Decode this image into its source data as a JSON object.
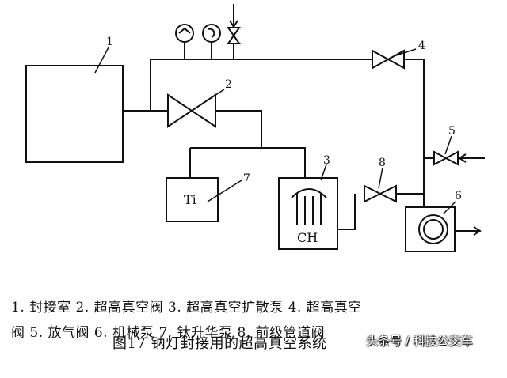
{
  "diagram": {
    "component_numbers": [
      "1",
      "2",
      "3",
      "4",
      "5",
      "6",
      "7",
      "8"
    ],
    "ti_label": "Ti",
    "ch_label": "CH"
  },
  "legend": {
    "line1": "1. 封接室 2. 超高真空阀 3. 超高真空扩散泵 4. 超高真空",
    "line2": "阀 5. 放气阀 6. 机械泵 7. 钛升华泵 8. 前级管道阀"
  },
  "caption": "图17   钠灯封接用的超高真空系统",
  "watermark": "头条号 / 科技公交车"
}
